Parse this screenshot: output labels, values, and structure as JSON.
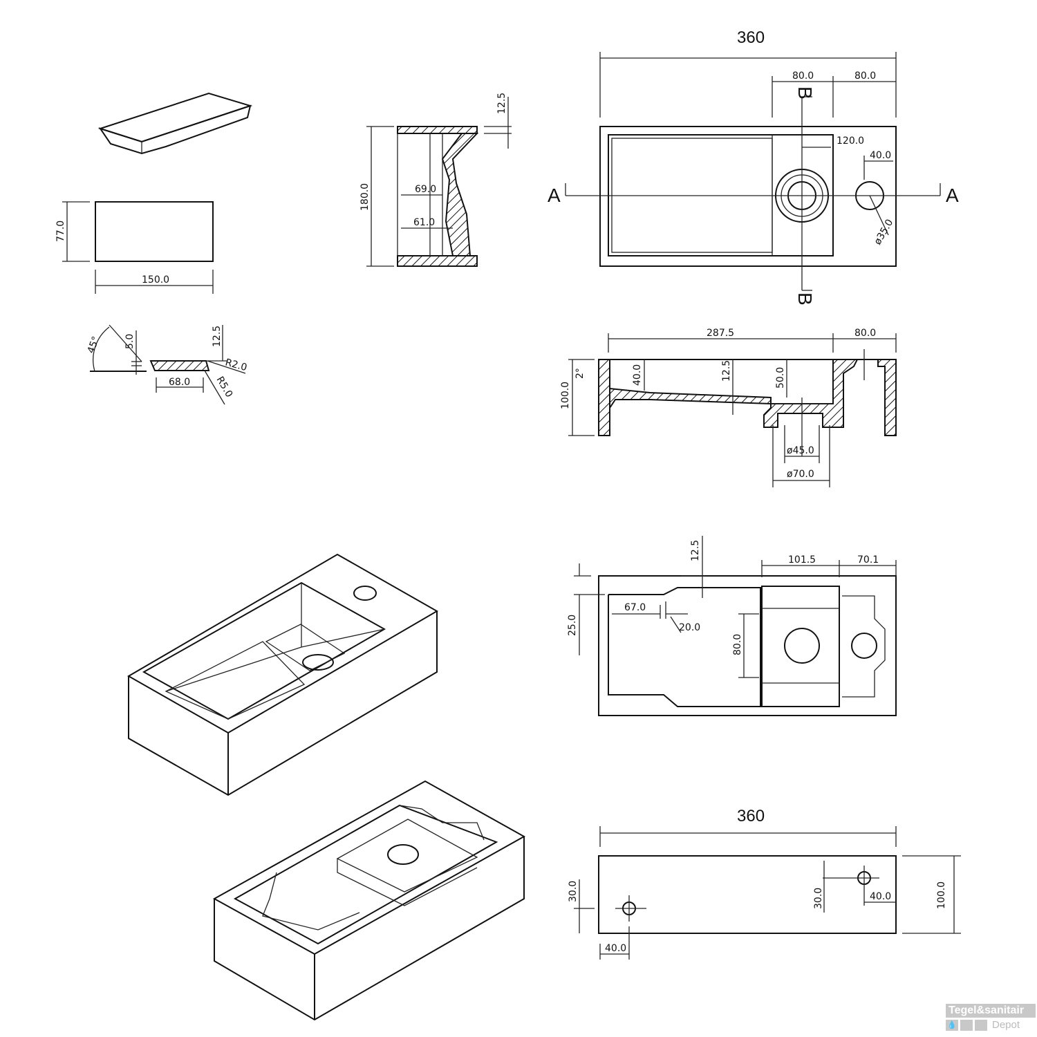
{
  "top_plan": {
    "overall": "360",
    "dim_basin_right": "80.0",
    "dim_tap_side": "80.0",
    "dim_120": "120.0",
    "dim_40": "40.0",
    "tap_hole_dia": "ø35.0",
    "section_a_left": "A",
    "section_a_right": "A",
    "section_b_top": "B",
    "section_b_bottom": "B"
  },
  "cover": {
    "height": "77.0",
    "width": "150.0"
  },
  "cover_detail": {
    "angle": "45°",
    "chamfer": "5.0",
    "thickness": "12.5",
    "radius_small": "R2.0",
    "length": "68.0",
    "radius_large": "R5.0"
  },
  "side_section": {
    "wall": "12.5",
    "depth": "180.0",
    "inner_upper": "69.0",
    "inner_lower": "61.0"
  },
  "section_aa": {
    "basin_length": "287.5",
    "tap_zone": "80.0",
    "height": "100.0",
    "slope": "2°",
    "rim_depth": "40.0",
    "floor_thickness": "12.5",
    "drain_depth": "50.0",
    "drain_inner": "ø45.0",
    "drain_outer": "ø70.0"
  },
  "lower_plan": {
    "wall": "12.5",
    "drain_zone": "101.5",
    "tap_zone": "70.1",
    "offset": "25.0",
    "step_length": "67.0",
    "step_width": "20.0",
    "drain_depth": "80.0"
  },
  "bottom_plan": {
    "overall": "360",
    "left_hole_y": "30.0",
    "right_hole_y": "30.0",
    "right_hole_x": "40.0",
    "depth": "100.0",
    "left_hole_x": "40.0"
  },
  "logo": {
    "brand": "Tegel&sanitair",
    "sub": "Depot"
  }
}
